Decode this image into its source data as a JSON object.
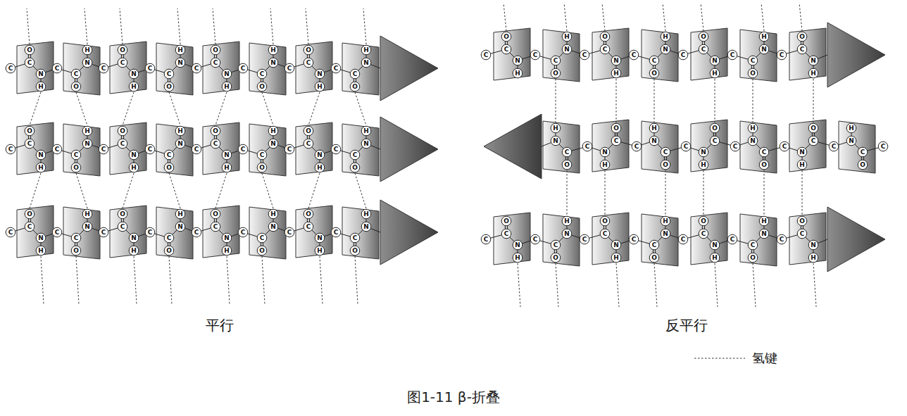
{
  "diagram": {
    "caption": "图1-11 β-折叠",
    "labels": [
      "C",
      "C",
      "O",
      "N",
      "H",
      "C",
      "C",
      "O",
      "N",
      "H",
      "C",
      "C",
      "O",
      "N",
      "H",
      "C",
      "C",
      "O",
      "N",
      "H",
      "C",
      "C",
      "O",
      "N",
      "H",
      "C",
      "C",
      "O",
      "N",
      "H",
      "C",
      "C",
      "O",
      "N",
      "H",
      "C",
      "C",
      "O",
      "N",
      "H",
      "C",
      "C",
      "O",
      "N",
      "H",
      "C",
      "C",
      "O",
      "N",
      "H",
      "C",
      "C",
      "O",
      "N",
      "H",
      "C",
      "C",
      "O",
      "N",
      "H",
      "C",
      "C",
      "O",
      "N",
      "H",
      "C",
      "C",
      "O",
      "N",
      "H",
      "C",
      "C",
      "O",
      "N",
      "H",
      "C",
      "C",
      "O",
      "N",
      "H",
      "C",
      "C",
      "O",
      "N",
      "H",
      "C",
      "C",
      "O",
      "N",
      "H",
      "C",
      "C",
      "O",
      "N",
      "H",
      "C",
      "C",
      "O",
      "N",
      "H",
      "C",
      "C",
      "O",
      "N",
      "H",
      "C",
      "C",
      "O",
      "N",
      "H",
      "C",
      "C",
      "O",
      "N",
      "H",
      "C",
      "C",
      "O",
      "N",
      "H",
      "平行",
      "C",
      "C",
      "O",
      "N",
      "H",
      "C",
      "C",
      "O",
      "N",
      "H",
      "C",
      "C",
      "O",
      "N",
      "H",
      "C",
      "C",
      "O",
      "N",
      "H",
      "C",
      "C",
      "O",
      "N",
      "H",
      "C",
      "C",
      "O",
      "N",
      "H",
      "C",
      "C",
      "O",
      "N",
      "H",
      "C",
      "C",
      "O",
      "N",
      "H",
      "C",
      "C",
      "O",
      "N",
      "H",
      "C",
      "C",
      "O",
      "N",
      "H",
      "C",
      "C",
      "O",
      "N",
      "H",
      "C",
      "C",
      "O",
      "N",
      "H",
      "C",
      "C",
      "O",
      "N",
      "H",
      "C",
      "C",
      "O",
      "N",
      "H",
      "C",
      "C",
      "O",
      "N",
      "H",
      "C",
      "C",
      "O",
      "N",
      "H",
      "C",
      "C",
      "O",
      "N",
      "H",
      "C",
      "C",
      "O",
      "N",
      "H",
      "C",
      "C",
      "O",
      "N",
      "H",
      "C",
      "C",
      "O",
      "N",
      "H",
      "C",
      "C",
      "O",
      "N",
      "H",
      "反平行"
    ],
    "legend": [
      {
        "text": "氢键"
      }
    ]
  }
}
